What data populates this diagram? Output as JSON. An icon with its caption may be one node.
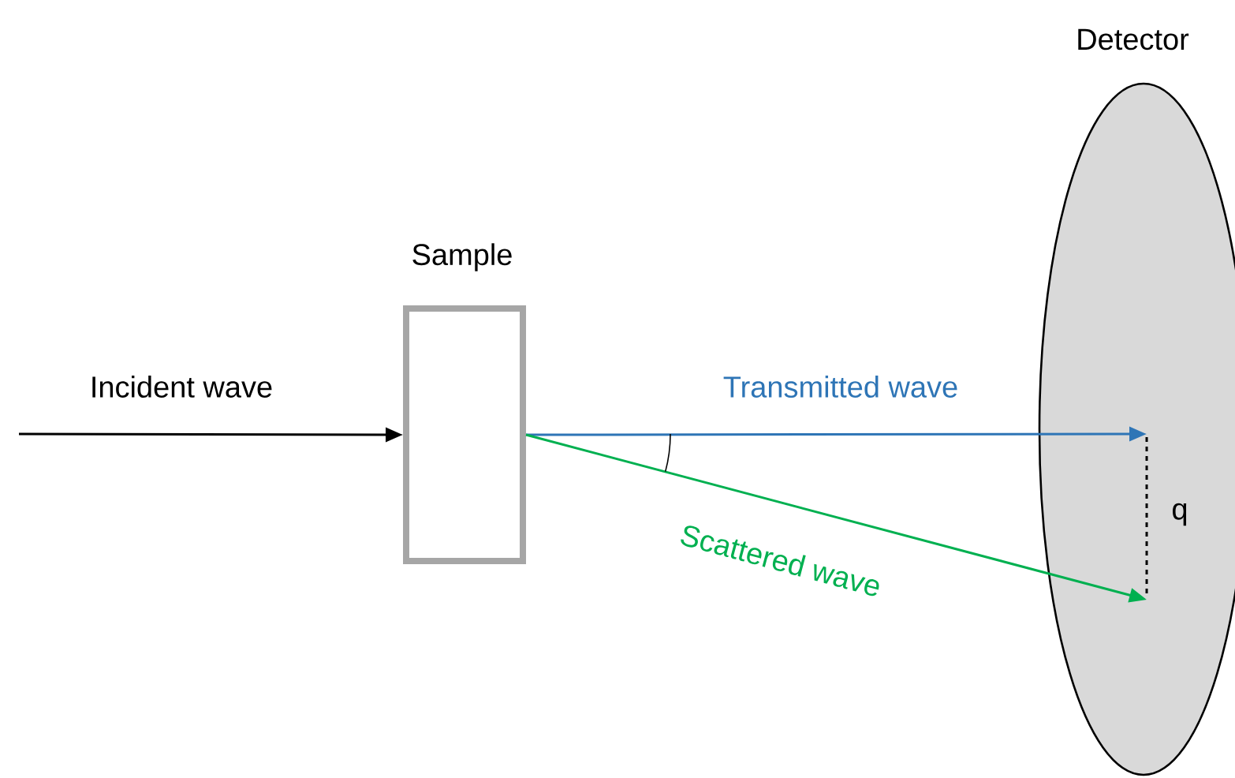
{
  "diagram": {
    "nodes": [
      {
        "text": [
          "Sample"
        ]
      },
      {
        "text": [
          "Detector"
        ]
      }
    ],
    "edges": [
      {
        "from": null,
        "to": 0,
        "arrow": "to",
        "label": "Incident wave"
      },
      {
        "from": 0,
        "to": 1,
        "arrow": "to",
        "label": "Transmitted wave",
        "color": "#2e75b6"
      },
      {
        "from": 0,
        "to": 1,
        "arrow": "to",
        "label": "Scattered wave",
        "color": "#00b050"
      }
    ],
    "labels": [
      "q"
    ]
  }
}
